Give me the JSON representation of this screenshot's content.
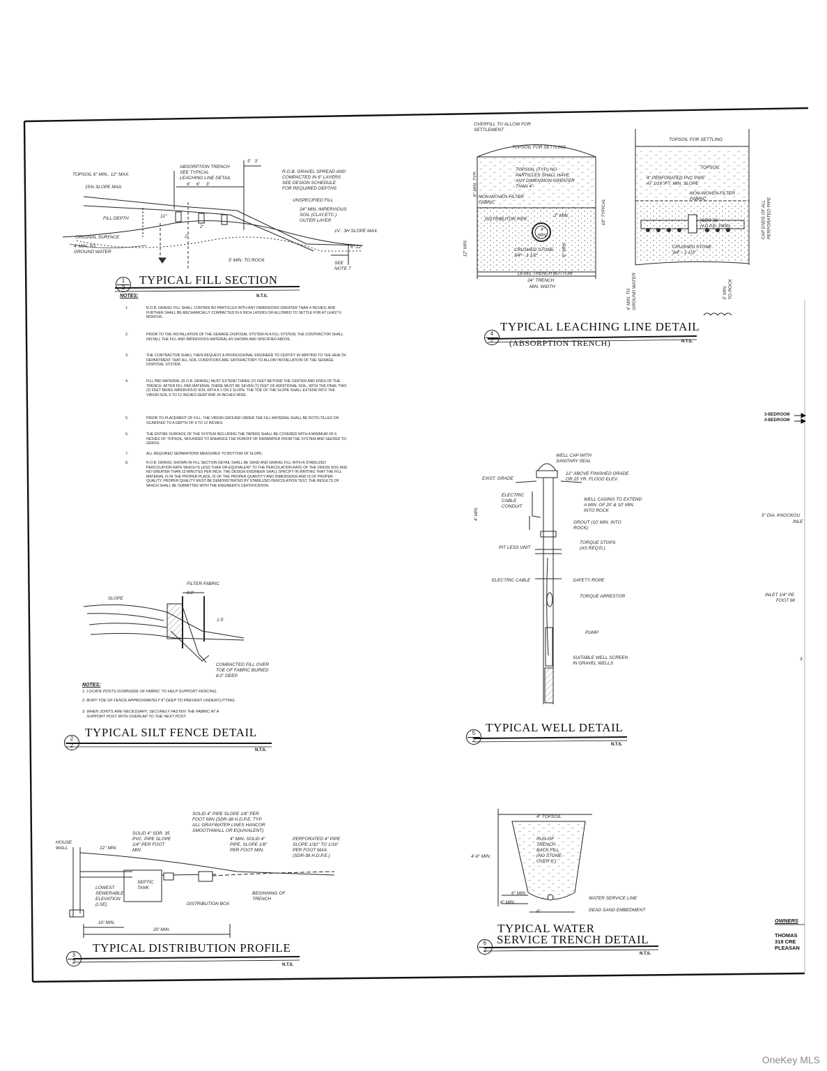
{
  "fill_section": {
    "number": "1",
    "sheet": "2",
    "title": "TYPICAL FILL SECTION",
    "nts": "N.T.S.",
    "labels": {
      "topsoil": "TOPSOIL 6\" MIN., 12\" MAX.",
      "slope_max": "15% SLOPE MAX.",
      "absorption": "ABSORPTION TRENCH\nSEE TYPICAL\nLEACHING LINE DETAIL",
      "dims_top": "5'   3'",
      "dims_mid": "6'     6'     3'",
      "rob_gravel": "R.O.B. GRAVEL SPREAD AND\nCOMPACTED IN 6\" LAYERS\nSEE DESIGN SCHEDULE\nFOR REQUIRED DEPTHS",
      "unspecified": "UNSPECIFIED FILL",
      "impervious": "24\" MIN. IMPERVIOUS\nSOIL (CLAY,ETC.)\nOUTER LAYER",
      "fill_depth": "FILL DEPTH",
      "twelve": "12\"",
      "two_a": "2'",
      "two_b": "2'",
      "slope_1v3h": "1V : 3H SLOPE MAX.",
      "original_surface": "ORIGINAL SURFACE",
      "ground_water": "4' MIN. TO\nGROUND WATER",
      "six_twelve": "6\"-12\"",
      "to_rock": "5' MIN. TO ROCK",
      "see_note": "SEE\nNOTE 7"
    },
    "notes_heading": "NOTES:",
    "notes": [
      {
        "n": "1.",
        "text": "R.O.B. GRAVEL FILL SHALL CONTAIN NO PARTICLES WITH ANY DIMENSIONS GREATER THAN 4 INCHES; AND FURTHER SHALL BE MECHANICALLY COMPACTED IN 6 INCH LAYERS OR ALLOWED TO SETTLE FOR AT LEAST 6 MONTHS."
      },
      {
        "n": "2.",
        "text": "PRIOR TO THE INSTALLATION OF THE SEWAGE DISPOSAL SYSTEM IN A FILL SYSTEM, THE CONTRACTOR SHALL INSTALL THE FILL AND IMPERVIOUS MATERIAL AS SHOWN AND SPECIFIED ABOVE."
      },
      {
        "n": "3.",
        "text": "THE CONTRACTOR SHALL THEN REQUEST A PROFESSIONAL ENGINEER TO CERTIFY IN WRITING TO THE HEALTH DEPARTMENT THAT ALL SOIL CONDITIONS ARE SATISFACTORY TO ALLOW INSTALLATION OF THE SEWAGE DISPOSAL SYSTEM."
      },
      {
        "n": "4.",
        "text": "FILL PAD MATERIAL (R.O.B. GRAVEL) MUST EXTEND THREE (3') FEET BEYOND THE CENTER AND ENDS OF THE TRENCH. AFTER FILL PAD MATERIAL THERE MUST BE SEVEN (7) FEET OF ADDITIONAL SOIL, WITH THE FINAL TWO (2) FEET BEING IMPERVIOUS SOIL WITH A 1 ON 3 SLOPE. THE TOE OF THE SLOPE SHALL EXTEND INTO THE VIRGIN SOIL 6 TO 12 INCHES DEEP AND 24 INCHES WIDE."
      },
      {
        "n": "5.",
        "text": "PRIOR TO PLACEMENT OF FILL, THE VIRGIN GROUND UNDER THE FILL MATERIAL SHALL BE ROTO-TILLED OR SCARIFIED TO A DEPTH OF 6 TO 12 INCHES."
      },
      {
        "n": "6.",
        "text": "THE ENTIRE SURFACE OF THE SYSTEM INCLUDING THE TAPERS SHALL BE COVERED WITH A MINIMUM OF 6 INCHES OF TOPSOIL, MOUNDED TO ENHANCE THE RUNOFF OF RAINWATER FROM THE SYSTEM AND SEEDED TO GRASS."
      },
      {
        "n": "7.",
        "text": "ALL REQUIRED SEPARATIONS MEASURED TO BOTTOM OF SLOPE."
      },
      {
        "n": "8.",
        "text": "R.O.B. GRAVEL SHOWN IN FILL SECTION DETAIL SHALL BE SAND AND GRAVEL FILL WITH A STABILIZED PERCOLATION RATE WHICH IS LESS THAN OR EQUIVALENT TO THE PERCOLATION RATE OF THE VIRGIN SOIL AND NO GREATER THAN 15 MINUTES PER INCH. THE DESIGN ENGINEER SHALL SPECIFY IN WRITING THAT THE FILL MATERIAL IS IN THE PROPER PLACE, IS OF THE PROPER QUANTITY AND DIMENSIONS AND IS OF PROPER QUALITY. PROPER QUALITY MUST BE DEMONSTRATED BY STABILIZED PERCOLATION TEST, THE RESULTS OF WHICH SHALL BE SUBMITTED WITH THE ENGINEER'S CERTIFICATION."
      }
    ]
  },
  "leaching": {
    "number": "4",
    "sheet": "2",
    "title": "TYPICAL LEACHING LINE DETAIL",
    "subtitle": "(ABSORPTION TRENCH)",
    "nts": "N.T.S.",
    "labels": {
      "overfill": "OVERFILL TO ALLOW FOR\nSETTLEMENT",
      "topsoil_settling_a": "TOPSOIL FOR SETTLING",
      "topsoil_settling_b": "TOPSOIL FOR SETTLING",
      "six_min": "6\" MIN. TYP.",
      "topsoil_note": "TOPSOIL (TYP.) NO\nPARTICLES SHALL HAVE\nANY DIMENSION GREATER\nTHAN 4\"",
      "fabric_a": "NON-WOVEN FILTER\nFABRIC",
      "eighteen": "18\" TYPICAL",
      "dist_pipe": "DISTRIBUTOR PIPE",
      "two_min": "2\" MIN.",
      "pipe_size": "4\"\nMIN.",
      "twelve_min": "12\" MIN.",
      "six_min_b": "6\" MIN.",
      "stone_a": "CRUSHED STONE\n3/4\" - 1 1/2\"",
      "trench_bottom": "LEVEL TRENCH BOTTOM",
      "trench_24": "24\" TRENCH",
      "min_width": "MIN. WIDTH",
      "topsoil_b": "TOPSOIL",
      "perf_pipe": "4\" PERFORATED PVC PIPE\nAT 1/16\"/FT. MIN. SLOPE",
      "fabric_b": "NON-WOVEN FILTER\nFABRIC",
      "sdr": "(SDR-38\nH.D.P.E. PIPE)",
      "cap": "CAP ENDS OF ALL\nPERFORATED PIPE",
      "stone_b": "CRUSHED STONE\n3/4\" - 1 1/2\"",
      "gw": "4' MIN. TO\nGROUND WATER",
      "rock": "5' MIN.\nTO ROCK"
    }
  },
  "side_labels": {
    "bed3": "3-BEDROOM",
    "bed4": "4-BEDROOM",
    "knock": "5\" DIA. KNOCKOU",
    "inle": "INLE",
    "inlet": "INLET 1/4\" PE",
    "footmi": "FOOT MI",
    "three": "3"
  },
  "well": {
    "number": "5",
    "sheet": "2",
    "title": "TYPICAL WELL DETAIL",
    "nts": "N.T.S.",
    "labels": {
      "cap": "WELL CAP WITH\nSANITARY SEAL",
      "grade": "EXIST. GRADE",
      "above": "12\" ABOVE FINISHED GRADE\nOR 25 YR. FLOOD ELEV.",
      "conduit": "ELECTRIC\nCABLE\nCONDUIT",
      "four_min": "4' MIN.",
      "casing": "WELL CASING TO EXTEND\nA MIN. OF 20' & 10' MIN.\nINTO ROCK",
      "grout": "GROUT (10' MIN. INTO\nROCK)",
      "pitless": "PIT LESS UNIT",
      "torque_stops": "TORQUE STOPS\n(AS REQ'D.)",
      "cable": "ELECTRIC CABLE",
      "rope": "SAFETY ROPE",
      "arrestor": "TORQUE ARRESTOR",
      "pump": "PUMP",
      "screen": "SUITABLE WELL SCREEN\nIN GRAVEL WELLS"
    }
  },
  "silt": {
    "number": "2",
    "sheet": "2",
    "title": "TYPICAL SILT FENCE DETAIL",
    "nts": "N.T.S.",
    "labels": {
      "fabric": "FILTER FABRIC",
      "eight": "8.0'",
      "slope": "SLOPE",
      "onefive": "1.5'",
      "compacted": "COMPACTED FILL OVER\nTOE OF FABRIC BURIED\n8.0\" DEEP."
    },
    "notes_heading": "NOTES:",
    "notes": [
      "1. LOCATE POSTS DOWNSIDE OF FABRIC TO HELP SUPPORT FENCING.",
      "2. BURY TOE OF FENCE APPROXIMATELY 8\" DEEP TO PREVENT UNDERCUTTING.",
      "3. WHEN JOINTS ARE NECESSARY, SECURELY FASTEN THE FABRIC AT A\n    SUPPORT POST WITH OVERLAP TO THE NEXT POST."
    ]
  },
  "distribution": {
    "number": "3",
    "sheet": "2",
    "title": "TYPICAL DISTRIBUTION PROFILE",
    "nts": "N.T.S.",
    "labels": {
      "solid_pipe": "SOLID 4\" PIPE SLOPE 1/8\" PER\nFOOT MIN (SDR-38 H.D.P.E. TYP\nALL GRAYWATER LINES HANCOR\nSMOOTHWALL OR EQUIVALENT)",
      "house_wall": "HOUSE\nWALL",
      "twelve_min": "12\" MIN",
      "sdr35": "SOLID 4\" SDR. 35\nPVC. PIPE SLOPE\n1/4\" PER FOOT\nMIN",
      "solid_min": "4\" MIN. SOLID 4\"\nPIPE, SLOPE 1/8\"\nPER FOOT MIN.",
      "perforated": "PERFORATED 4\" PIPE\nSLOPE 1/32\" TO 1/16\"\nPER FOOT MAX.\n(SDR-38 H.D.P.E.)",
      "septic": "SEPTIC\nTANK",
      "lowest": "LOWEST\nSEWERABLE\nELEVATION\n(LSE)",
      "dist_box": "DISTRIBUTION BOX",
      "beginning": "BEGINNING OF\nTRENCH",
      "ten_min": "10' MIN.",
      "twenty_min": "20' MIN."
    }
  },
  "water": {
    "number": "6",
    "sheet": "2",
    "title_line1": "TYPICAL WATER",
    "title_line2": "SERVICE TRENCH DETAIL",
    "nts": "N.T.S.",
    "labels": {
      "topsoil": "4\" TOPSOIL",
      "depth": "4'-6\" MIN.",
      "runof": "RUN-OF\nTRENCH\nBACK FILL\n(NO STONE\nOVER 6\")",
      "six_a": "6\" MIN.",
      "six_b": "6\" MIN.",
      "six_c": "6\"",
      "service": "WATER SERVICE LINE",
      "sand": "DEAD SAND EMBEDMENT"
    }
  },
  "owners": {
    "heading": "OWNERS",
    "line1": "THOMAS",
    "line2": "318 CRE",
    "line3": "PLEASAN"
  },
  "watermark": "OneKey MLS"
}
